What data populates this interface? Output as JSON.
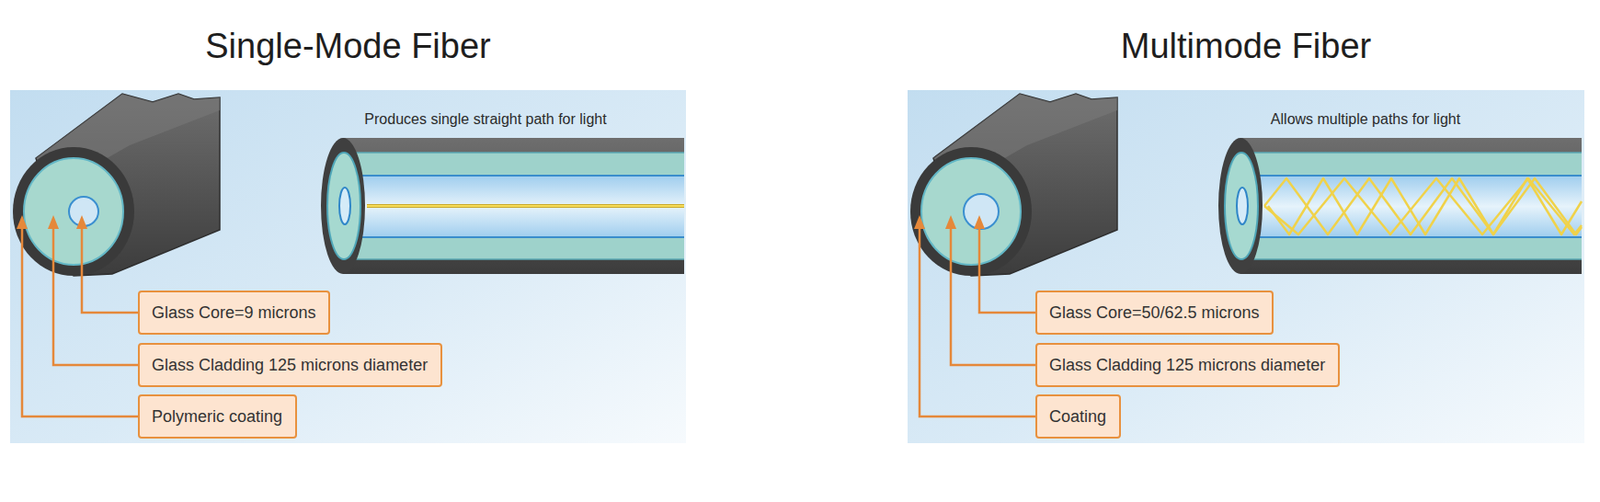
{
  "diagram": {
    "nodes": [
      {
        "text": [
          "Single-Mode Fiber"
        ]
      },
      {
        "text": [
          "Glass Core=9 microns"
        ],
        "in": 0
      },
      {
        "text": [
          "Glass Cladding 125 microns diameter"
        ],
        "in": 0
      },
      {
        "text": [
          "Polymeric coating"
        ],
        "in": 0
      },
      {
        "text": [
          "Multimode Fiber"
        ]
      },
      {
        "text": [
          "Glass Core=50/62.5 microns"
        ],
        "in": 4
      },
      {
        "text": [
          "Glass Cladding 125 microns diameter"
        ],
        "in": 4
      },
      {
        "text": [
          "Coating"
        ],
        "in": 4
      }
    ],
    "labels": [
      "Produces single straight path for light",
      "Allows multiple paths for light"
    ]
  }
}
